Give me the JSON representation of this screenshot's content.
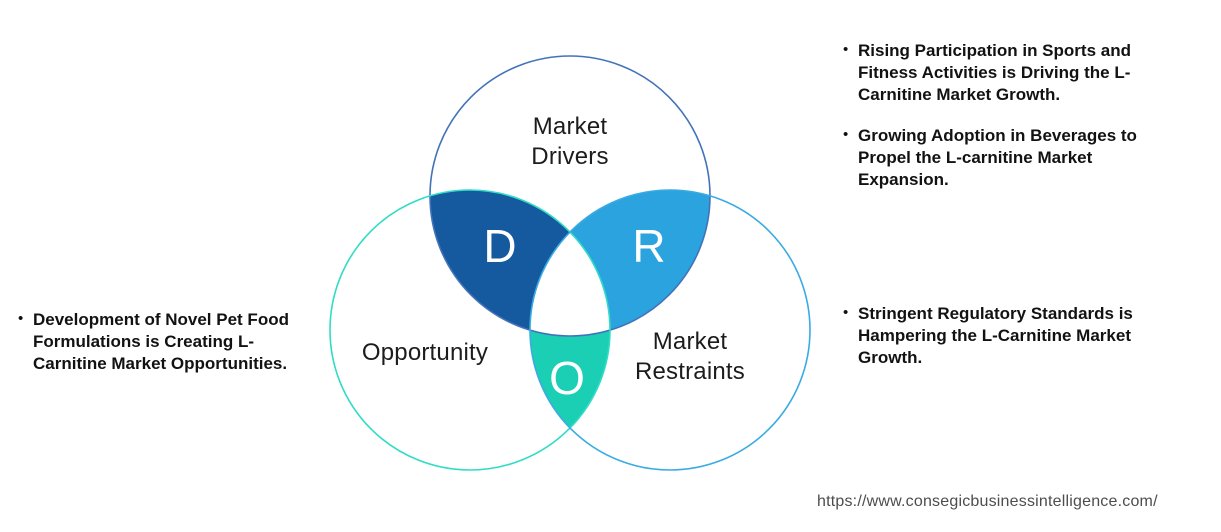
{
  "venn": {
    "drivers": {
      "label": "Market\nDrivers",
      "letter": "D"
    },
    "opportunity": {
      "label": "Opportunity",
      "letter": "O"
    },
    "restraints": {
      "label": "Market\nRestraints",
      "letter": "R"
    },
    "colors": {
      "drivers_lens": "#15599f",
      "restraints_lens": "#2aa3de",
      "opportunity_lens": "#1bcfb4",
      "drivers_stroke": "#4273b9",
      "opportunity_stroke": "#30dcc6",
      "restraints_stroke": "#3aabe3",
      "center_fill": "#ffffff",
      "letter_color": "#ffffff"
    }
  },
  "insights": {
    "bullet_glyph": "•",
    "right_top": [
      "Rising Participation in Sports and\nFitness Activities is Driving the L-\nCarnitine Market Growth.",
      "Growing Adoption in Beverages to\nPropel the L-carnitine Market\nExpansion."
    ],
    "right_bottom": [
      "Stringent Regulatory Standards is\nHampering the L-Carnitine Market\nGrowth."
    ],
    "left": [
      "Development of Novel Pet Food\nFormulations is Creating L-\nCarnitine Market Opportunities."
    ]
  },
  "footer": {
    "source_url": "https://www.consegicbusinessintelligence.com/"
  }
}
